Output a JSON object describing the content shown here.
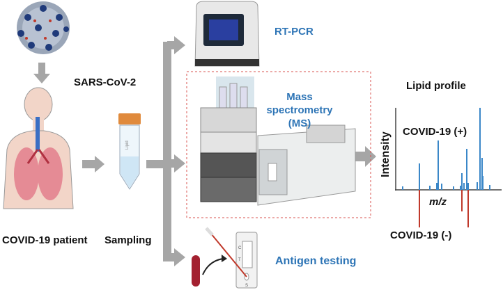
{
  "labels": {
    "virus": "SARS-CoV-2",
    "patient": "COVID-19 patient",
    "sampling": "Sampling",
    "rtpcr": "RT-PCR",
    "ms_line1": "Mass",
    "ms_line2": "spectrometry",
    "ms_line3": "(MS)",
    "antigen": "Antigen testing",
    "lipid_profile": "Lipid profile",
    "positive": "COVID-19 (+)",
    "negative": "COVID-19 (-)",
    "intensity": "Intensity",
    "mz": "m/z",
    "tube_label": "Lipid",
    "strip_c": "C",
    "strip_t": "T",
    "strip_s": "S"
  },
  "colors": {
    "accent": "#2e75b6",
    "arrow": "#a6a6a6",
    "positive": "#3a87c8",
    "negative": "#c0392b",
    "box": "#d9534f"
  }
}
